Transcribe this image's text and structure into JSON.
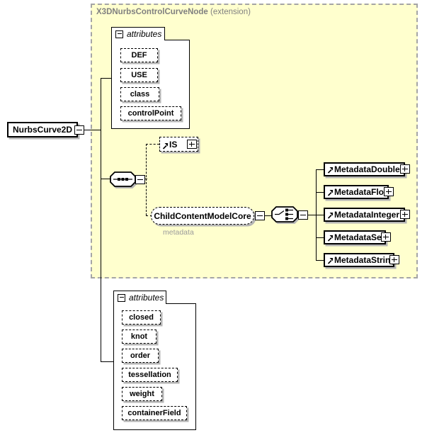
{
  "diagram": {
    "extension_header": {
      "name": "X3DNurbsControlCurveNode",
      "suffix": "(extension)"
    },
    "root_element": {
      "label": "NurbsCurve2D"
    },
    "attributes_top": {
      "header": "attributes",
      "items": [
        "DEF",
        "USE",
        "class",
        "controlPoint"
      ]
    },
    "is_element": {
      "label": "IS"
    },
    "child_content_model": {
      "label": "ChildContentModelCore",
      "annotation": "metadata"
    },
    "metadata_elements": [
      {
        "label": "MetadataDouble"
      },
      {
        "label": "MetadataFloat"
      },
      {
        "label": "MetadataInteger"
      },
      {
        "label": "MetadataSet"
      },
      {
        "label": "MetadataString"
      }
    ],
    "attributes_bottom": {
      "header": "attributes",
      "items": [
        "closed",
        "knot",
        "order",
        "tessellation",
        "weight",
        "containerField"
      ]
    },
    "colors": {
      "extension_background": "#FFFFCE",
      "extension_border": "#A5A5A5",
      "header_text": "#808080",
      "annotation_text": "#9B9B9B",
      "shadow": "#B5B5B5"
    }
  }
}
